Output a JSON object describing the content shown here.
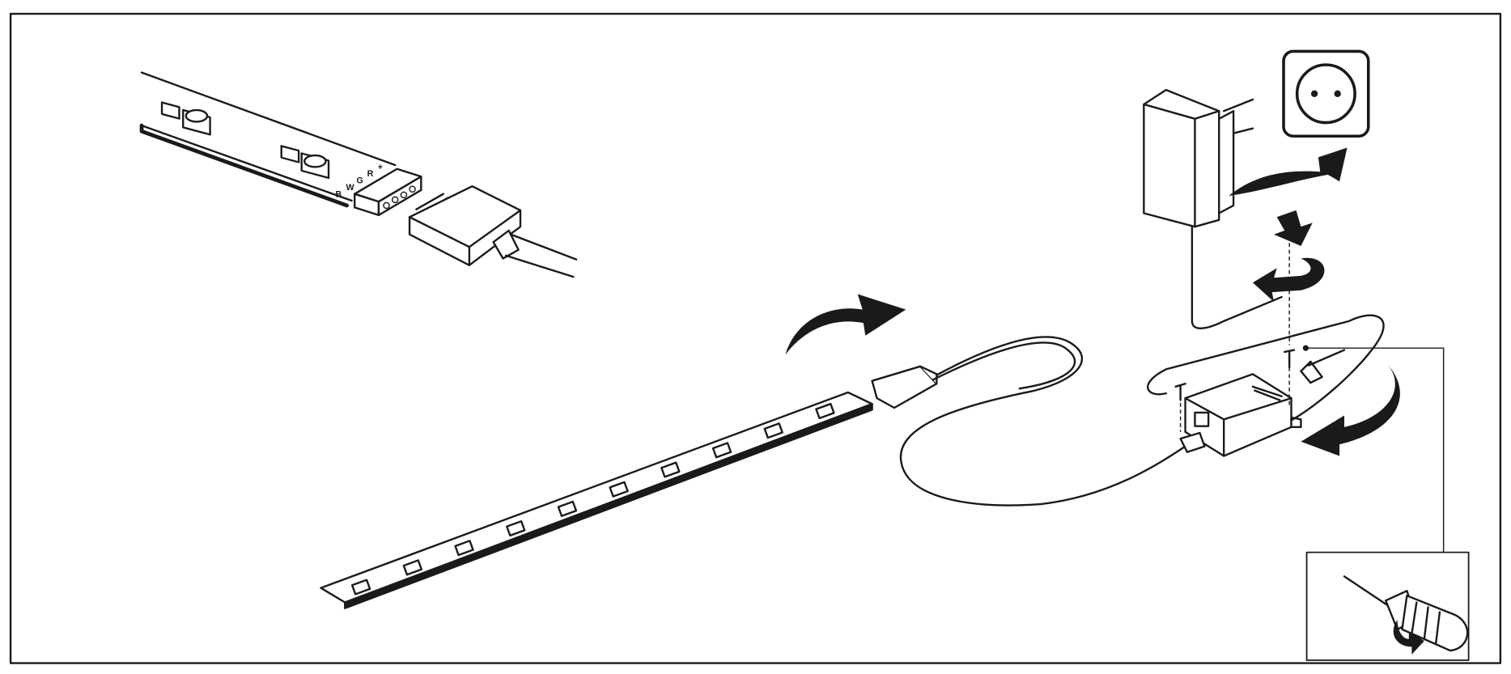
{
  "diagram": {
    "connector_pin_labels": [
      "+",
      "R",
      "G",
      "W",
      "B"
    ],
    "colors": {
      "line": "#1a1a1a",
      "background": "#ffffff",
      "pad": "#bbbbbb"
    }
  }
}
